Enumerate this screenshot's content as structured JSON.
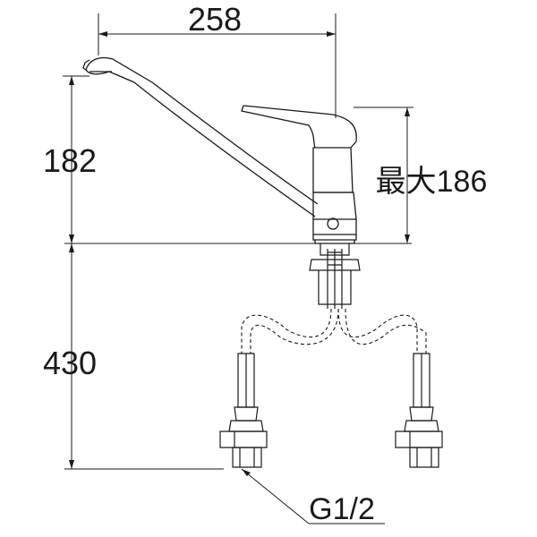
{
  "dimensions": {
    "spout_reach": "258",
    "spout_height": "182",
    "hose_length": "430",
    "max_height": "最大186",
    "thread": "G1/2"
  }
}
